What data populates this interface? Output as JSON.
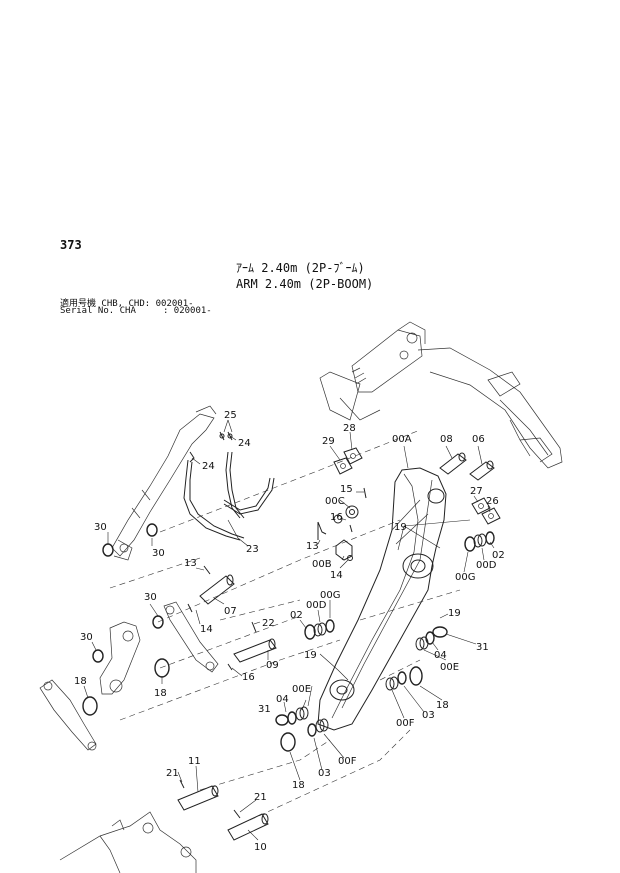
{
  "header": {
    "page_number": "373",
    "title_jp": "ｱｰﾑ 2.40m (2P-ﾌﾞｰﾑ)",
    "title_en": "ARM 2.40m (2P-BOOM)",
    "serial_line1": "適用号機 CHB, CHD: 002001-",
    "serial_line2": "Serial No. CHA     : 020001-"
  },
  "part_labels": {
    "p00A": "00A",
    "p08": "08",
    "p06": "06",
    "p28": "28",
    "p29": "29",
    "p15": "15",
    "p00C": "00C",
    "p16a": "16",
    "p13a": "13",
    "p00B": "00B",
    "p14a": "14",
    "p19a": "19",
    "p27": "27",
    "p26": "26",
    "p02a": "02",
    "p00Da": "00D",
    "p00Ga": "00G",
    "p25": "25",
    "p24a": "24",
    "p24b": "24",
    "p23": "23",
    "p30a": "30",
    "p30b": "30",
    "p13b": "13",
    "p07": "07",
    "p30c": "30",
    "p14b": "14",
    "p30d": "30",
    "p18a": "18",
    "p18b": "18",
    "p22": "22",
    "p16b": "16",
    "p09": "09",
    "p02b": "02",
    "p00Db": "00D",
    "p00Gb": "00G",
    "p19b": "19",
    "p19c": "19",
    "p31a": "31",
    "p04a": "04",
    "p00Ea": "00E",
    "p18c": "18",
    "p03a": "03",
    "p00Fa": "00F",
    "p04b": "04",
    "p00Eb": "00E",
    "p31b": "31",
    "p18d": "18",
    "p03b": "03",
    "p00Fb": "00F",
    "p21a": "21",
    "p11": "11",
    "p21b": "21",
    "p10": "10"
  }
}
